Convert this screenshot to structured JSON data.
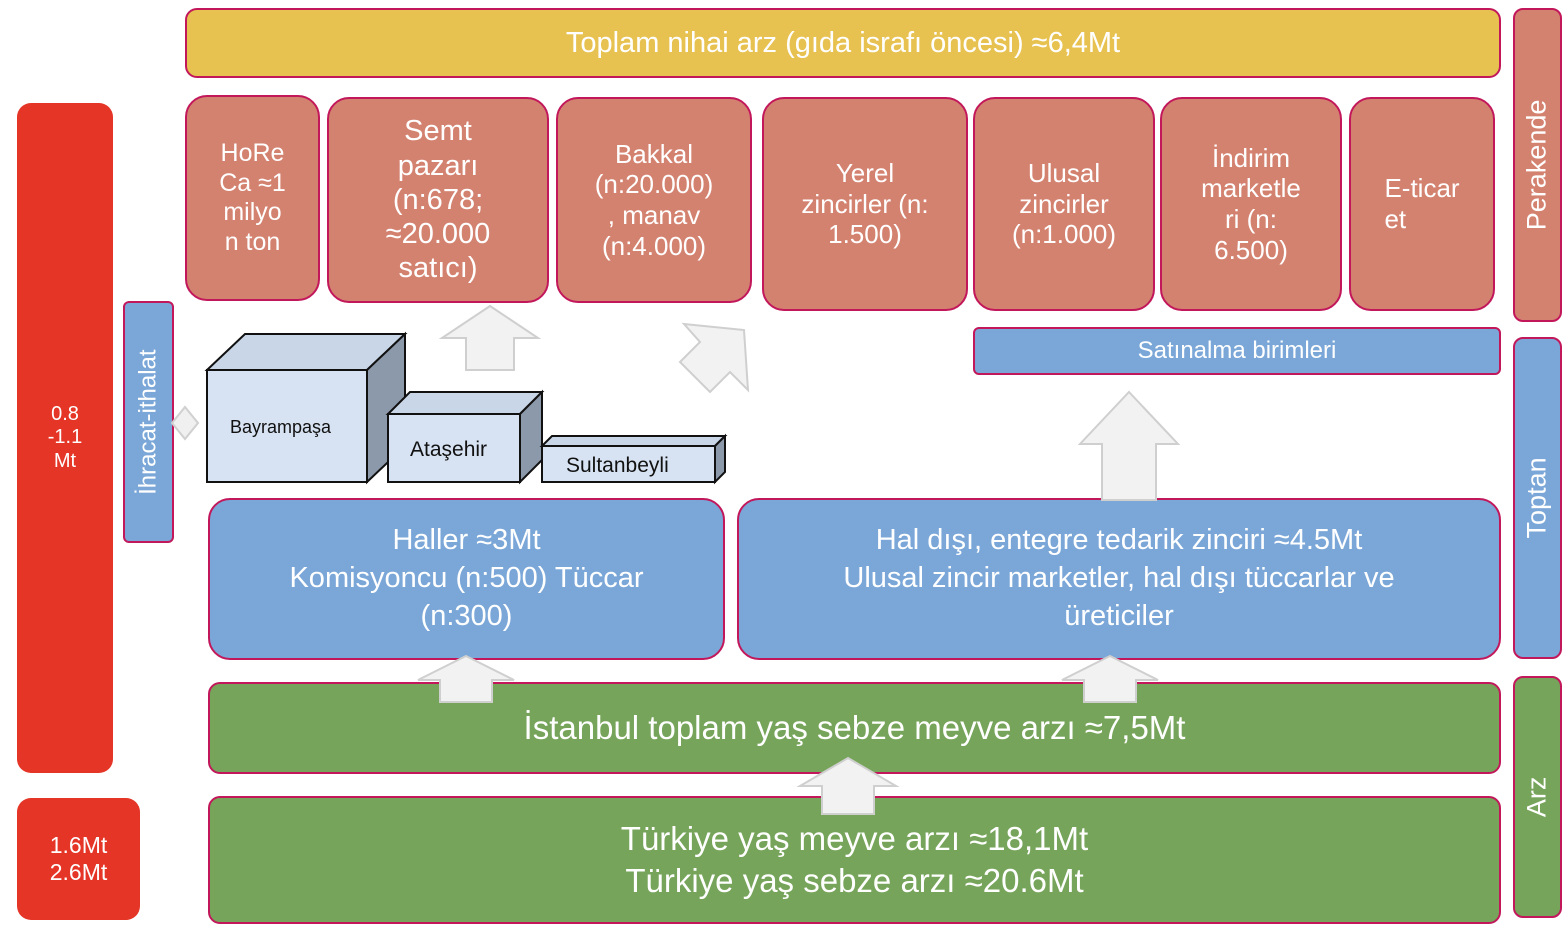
{
  "top_bar": "Toplam nihai arz (gıda israfı öncesi) ≈6,4Mt",
  "retail_boxes": [
    "HoRe\nCa ≈1\nmilyo\nn ton",
    "Semt\npazarı\n(n:678;\n≈20.000\nsatıcı)",
    "Bakkal\n(n:20.000)\n, manav\n(n:4.000)",
    "Yerel\nzincirler (n:\n1.500)",
    "Ulusal\nzincirler\n(n:1.000)",
    "İndirim\nmarketle\nri (n:\n6.500)",
    "E-ticar\net"
  ],
  "purchasing": "Satınalma birimleri",
  "export_import": "İhracat-ithalat",
  "left_red_big": "0.8\n-1.1\nMt",
  "left_red_small": "1.6Mt\n2.6Mt",
  "markets": {
    "bayrampasa": "Bayrampaşa",
    "atasehir": "Ataşehir",
    "sultanbeyli": "Sultanbeyli"
  },
  "halls_box": "Haller ≈3Mt\nKomisyoncu (n:500) Tüccar\n(n:300)",
  "non_hall_box": "Hal dışı, entegre tedarik zinciri ≈4.5Mt\nUlusal zincir marketler, hal dışı tüccarlar ve\nüreticiler",
  "istanbul_supply": "İstanbul toplam yaş sebze meyve arzı ≈7,5Mt",
  "turkey_supply": "Türkiye yaş meyve arzı ≈18,1Mt\nTürkiye yaş sebze arzı ≈20.6Mt",
  "side_labels": {
    "retail": "Perakende",
    "wholesale": "Toptan",
    "supply": "Arz"
  },
  "colors": {
    "yellow": "#e8c251",
    "salmon": "#d48270",
    "blue": "#7ba7d8",
    "green": "#76a45a",
    "red": "#e53527",
    "border": "#c2185b"
  }
}
